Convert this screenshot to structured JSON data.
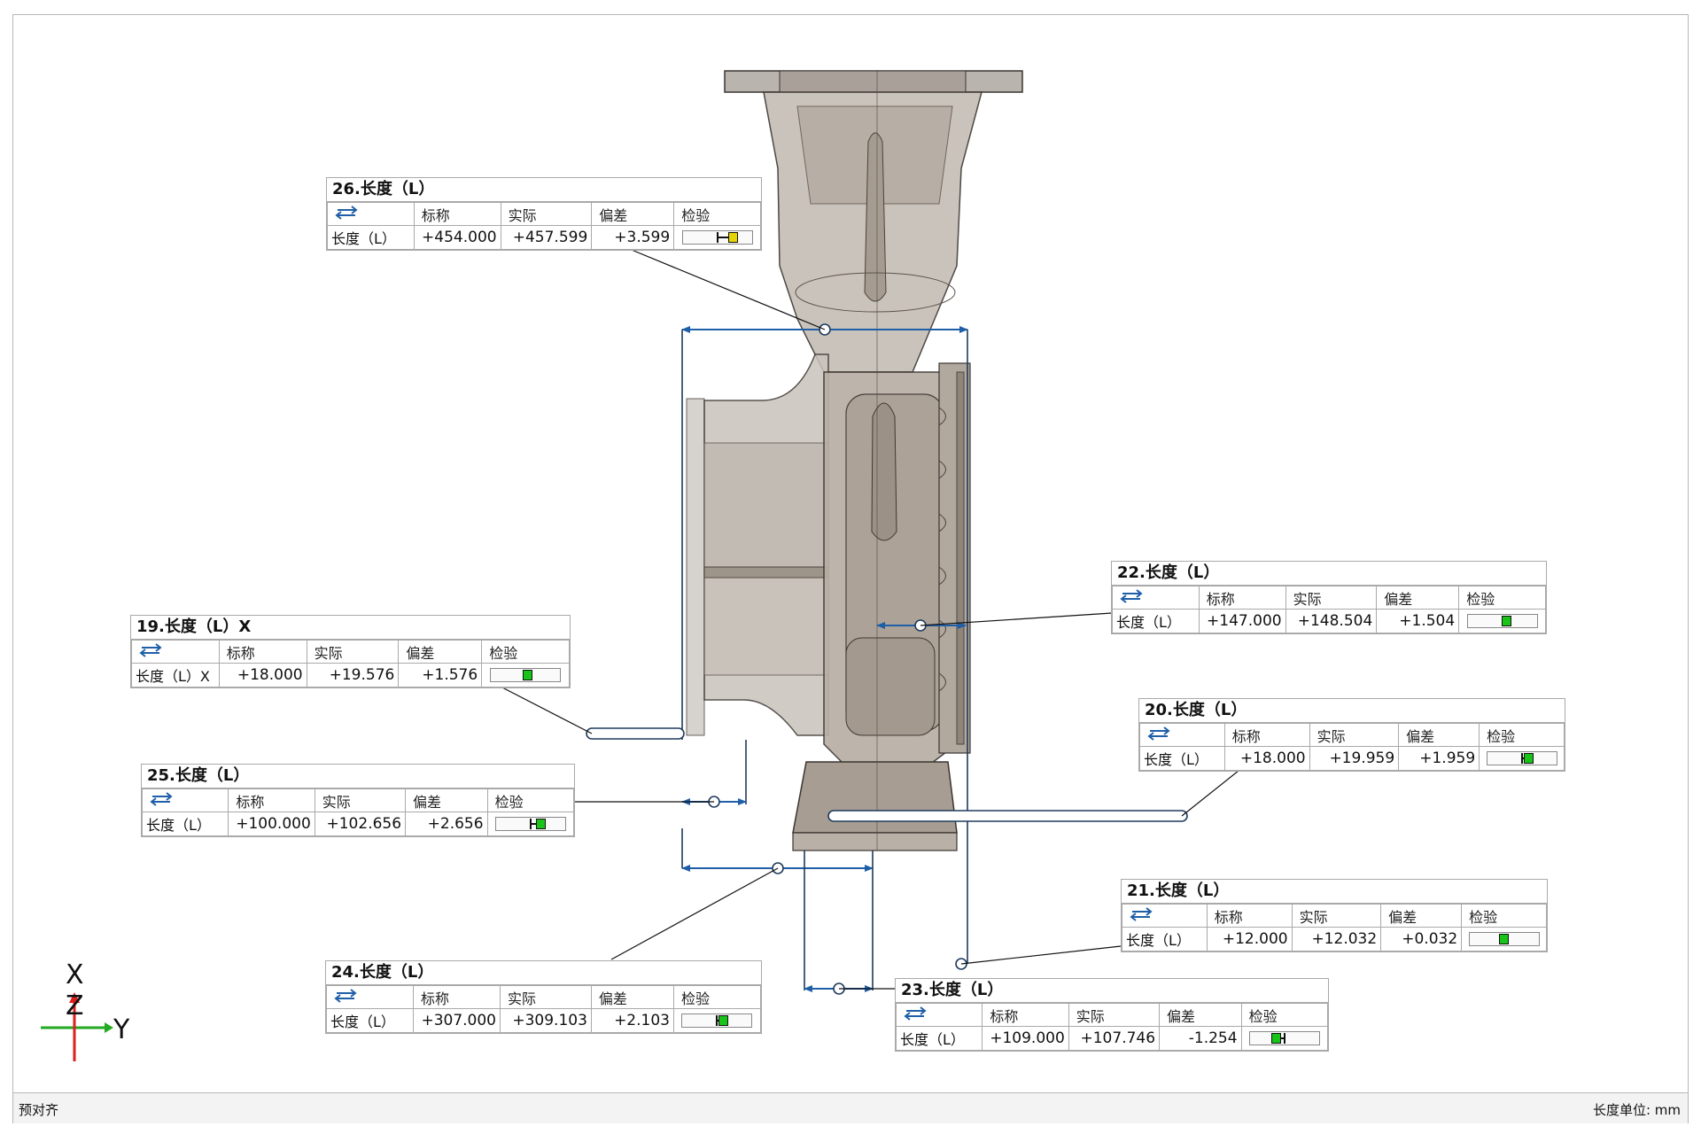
{
  "status_bar": {
    "left_text": "预对齐",
    "right_text": "长度单位: mm"
  },
  "axis_triad": {
    "x_label": "X",
    "z_label": "Z",
    "y_label": "Y"
  },
  "table_headers": {
    "nominal": "标称",
    "actual": "实际",
    "deviation": "偏差",
    "check": "检验"
  },
  "callouts": [
    {
      "id": "c26",
      "title": "26.长度（L）",
      "row_label": "长度（L）",
      "nominal": "+454.000",
      "actual": "+457.599",
      "deviation": "+3.599",
      "status_color": "#e6d400",
      "gauge_pos": 0.78
    },
    {
      "id": "c22",
      "title": "22.长度（L）",
      "row_label": "长度（L）",
      "nominal": "+147.000",
      "actual": "+148.504",
      "deviation": "+1.504",
      "status_color": "#18c418",
      "gauge_pos": 0.58
    },
    {
      "id": "c19",
      "title": "19.长度（L）X",
      "row_label": "长度（L）X",
      "nominal": "+18.000",
      "actual": "+19.576",
      "deviation": "+1.576",
      "status_color": "#18c418",
      "gauge_pos": 0.55
    },
    {
      "id": "c20",
      "title": "20.长度（L）",
      "row_label": "长度（L）",
      "nominal": "+18.000",
      "actual": "+19.959",
      "deviation": "+1.959",
      "status_color": "#18c418",
      "gauge_pos": 0.62
    },
    {
      "id": "c25",
      "title": "25.长度（L）",
      "row_label": "长度（L）",
      "nominal": "+100.000",
      "actual": "+102.656",
      "deviation": "+2.656",
      "status_color": "#18c418",
      "gauge_pos": 0.68
    },
    {
      "id": "c21",
      "title": "21.长度（L）",
      "row_label": "长度（L）",
      "nominal": "+12.000",
      "actual": "+12.032",
      "deviation": "+0.032",
      "status_color": "#18c418",
      "gauge_pos": 0.5
    },
    {
      "id": "c24",
      "title": "24.长度（L）",
      "row_label": "长度（L）",
      "nominal": "+307.000",
      "actual": "+309.103",
      "deviation": "+2.103",
      "status_color": "#18c418",
      "gauge_pos": 0.62
    },
    {
      "id": "c23",
      "title": "23.长度（L）",
      "row_label": "长度（L）",
      "nominal": "+109.000",
      "actual": "+107.746",
      "deviation": "-1.254",
      "status_color": "#18c418",
      "gauge_pos": 0.36
    }
  ]
}
